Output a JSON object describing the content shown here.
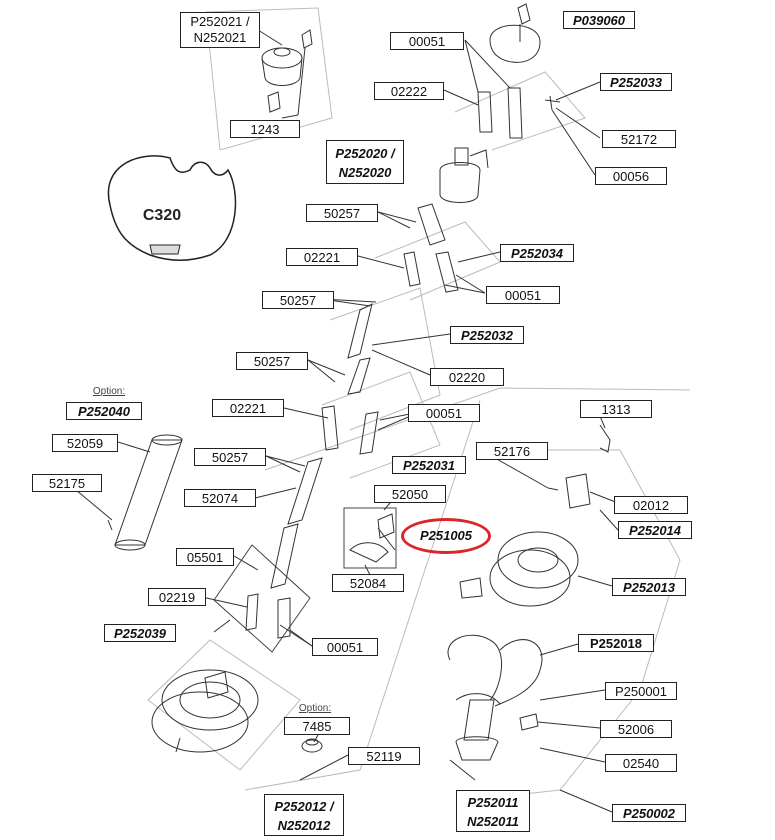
{
  "diagram": {
    "reel_label": "C320",
    "option_text": "Option:",
    "highlight_color": "#d9262b",
    "highlighted_part": "P251005",
    "labels": [
      {
        "id": "l1",
        "text": "P252021 / N252021",
        "assembly": false
      },
      {
        "id": "l2",
        "text": "P039060",
        "assembly": true
      },
      {
        "id": "l3",
        "text": "00051",
        "assembly": false
      },
      {
        "id": "l4",
        "text": "02222",
        "assembly": false
      },
      {
        "id": "l5",
        "text": "P252033",
        "assembly": true
      },
      {
        "id": "l6",
        "text": "1243",
        "assembly": false
      },
      {
        "id": "l7",
        "text": "52172",
        "assembly": false
      },
      {
        "id": "l8",
        "text": "P252020 / N252020",
        "assembly": true
      },
      {
        "id": "l9",
        "text": "00056",
        "assembly": false
      },
      {
        "id": "l10",
        "text": "50257",
        "assembly": false
      },
      {
        "id": "l11",
        "text": "02221",
        "assembly": false
      },
      {
        "id": "l12",
        "text": "P252034",
        "assembly": true
      },
      {
        "id": "l13",
        "text": "50257",
        "assembly": false
      },
      {
        "id": "l14",
        "text": "00051",
        "assembly": false
      },
      {
        "id": "l15",
        "text": "P252032",
        "assembly": true
      },
      {
        "id": "l16",
        "text": "50257",
        "assembly": false
      },
      {
        "id": "l17",
        "text": "02220",
        "assembly": false
      },
      {
        "id": "l18",
        "text": "P252040",
        "assembly": true
      },
      {
        "id": "l19",
        "text": "02221",
        "assembly": false
      },
      {
        "id": "l20",
        "text": "00051",
        "assembly": false
      },
      {
        "id": "l21",
        "text": "1313",
        "assembly": false
      },
      {
        "id": "l22",
        "text": "52059",
        "assembly": false
      },
      {
        "id": "l23",
        "text": "52176",
        "assembly": false
      },
      {
        "id": "l24",
        "text": "50257",
        "assembly": false
      },
      {
        "id": "l25",
        "text": "P252031",
        "assembly": true
      },
      {
        "id": "l26",
        "text": "52175",
        "assembly": false
      },
      {
        "id": "l27",
        "text": "52050",
        "assembly": false
      },
      {
        "id": "l28",
        "text": "02012",
        "assembly": false
      },
      {
        "id": "l29",
        "text": "52074",
        "assembly": false
      },
      {
        "id": "l30",
        "text": "P252014",
        "assembly": true
      },
      {
        "id": "l31",
        "text": "P251005",
        "assembly": true
      },
      {
        "id": "l32",
        "text": "05501",
        "assembly": false
      },
      {
        "id": "l33",
        "text": "52084",
        "assembly": false
      },
      {
        "id": "l34",
        "text": "P252013",
        "assembly": true
      },
      {
        "id": "l35",
        "text": "02219",
        "assembly": false
      },
      {
        "id": "l36",
        "text": "P252039",
        "assembly": true
      },
      {
        "id": "l37",
        "text": "P252018",
        "assembly": false
      },
      {
        "id": "l38",
        "text": "00051",
        "assembly": false
      },
      {
        "id": "l39",
        "text": "P250001",
        "assembly": false
      },
      {
        "id": "l40",
        "text": "7485",
        "assembly": false
      },
      {
        "id": "l41",
        "text": "52006",
        "assembly": false
      },
      {
        "id": "l42",
        "text": "52119",
        "assembly": false
      },
      {
        "id": "l43",
        "text": "02540",
        "assembly": false
      },
      {
        "id": "l44",
        "text": "P252012 / N252012",
        "assembly": true
      },
      {
        "id": "l45",
        "text": "P252011 N252011",
        "assembly": true
      },
      {
        "id": "l46",
        "text": "P250002",
        "assembly": true
      }
    ]
  }
}
